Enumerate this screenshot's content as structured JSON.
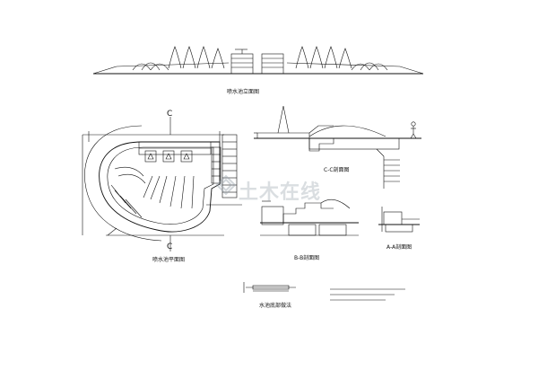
{
  "colors": {
    "line": "#111111",
    "watermark": "#9aa3ad"
  },
  "watermark": {
    "text": "土木在线",
    "icon": "watermark-logo-icon"
  },
  "labels": {
    "elevation_title": "喷水池立面图",
    "plan_title": "喷水池平面图",
    "section_cc": "C-C剖面图",
    "section_bb": "B-B剖面图",
    "section_aa": "A-A剖面图",
    "note_title": "水池底部做法",
    "cut_c_top": "C",
    "cut_c_bottom": "C"
  }
}
